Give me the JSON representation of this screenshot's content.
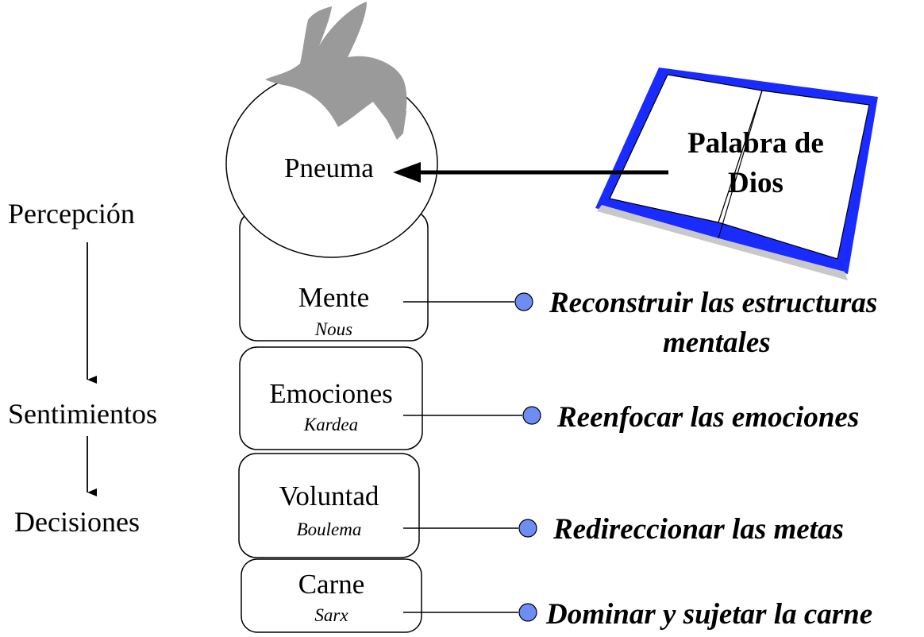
{
  "left_labels": {
    "perception": "Percepción",
    "feelings": "Sentimientos",
    "decisions": "Decisiones"
  },
  "spirit": {
    "label": "Pneuma"
  },
  "book": {
    "line1": "Palabra de",
    "line2": "Dios"
  },
  "layers": [
    {
      "title": "Mente",
      "subtitle": "Nous"
    },
    {
      "title": "Emociones",
      "subtitle": "Kardea"
    },
    {
      "title": "Voluntad",
      "subtitle": "Boulema"
    },
    {
      "title": "Carne",
      "subtitle": "Sarx"
    }
  ],
  "actions": {
    "mind_line1": "Reconstruir las estructuras",
    "mind_line2": "mentales",
    "emotions": "Reenfocar las emociones",
    "will": "Redireccionar las metas",
    "flesh": "Dominar y sujetar la carne"
  },
  "colors": {
    "dove": "#9a9a9a",
    "book_blue": "#1a2bff",
    "book_page": "#ffffff",
    "book_shadow": "#c8c8c8",
    "bullet": "#6d8df2"
  },
  "icons": {
    "dove": "dove-icon",
    "book": "open-book-icon"
  }
}
